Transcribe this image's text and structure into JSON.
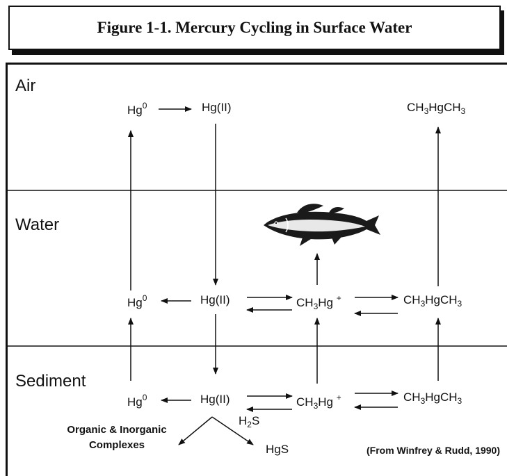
{
  "title": "Figure 1-1.  Mercury Cycling in Surface Water",
  "zones": {
    "air": "Air",
    "water": "Water",
    "sediment": "Sediment"
  },
  "species": {
    "air_hg0": {
      "base": "Hg",
      "sup": "0"
    },
    "air_hg2": "Hg(II)",
    "air_dmhg": {
      "p1": "CH",
      "s1": "3",
      "p2": "HgCH",
      "s2": "3"
    },
    "water_hg0": {
      "base": "Hg",
      "sup": "0"
    },
    "water_hg2": "Hg(II)",
    "water_mehg": {
      "p1": "CH",
      "s1": "3",
      "p2": "Hg ",
      "sup": "+"
    },
    "water_dmhg": {
      "p1": "CH",
      "s1": "3",
      "p2": "HgCH",
      "s2": "3"
    },
    "sed_hg0": {
      "base": "Hg",
      "sup": "0"
    },
    "sed_hg2": "Hg(II)",
    "sed_mehg": {
      "p1": "CH",
      "s1": "3",
      "p2": "Hg ",
      "sup": "+"
    },
    "sed_dmhg": {
      "p1": "CH",
      "s1": "3",
      "p2": "HgCH",
      "s2": "3"
    },
    "h2s": {
      "p1": "H",
      "s1": "2",
      "p2": "S"
    },
    "hgs": "HgS"
  },
  "complexes": {
    "line1": "Organic & Inorganic",
    "line2": "Complexes"
  },
  "source_note": "(From Winfrey & Rudd, 1990)",
  "colors": {
    "ink": "#111111",
    "paper": "#ffffff"
  },
  "icons": {
    "fish": "fish-icon"
  }
}
